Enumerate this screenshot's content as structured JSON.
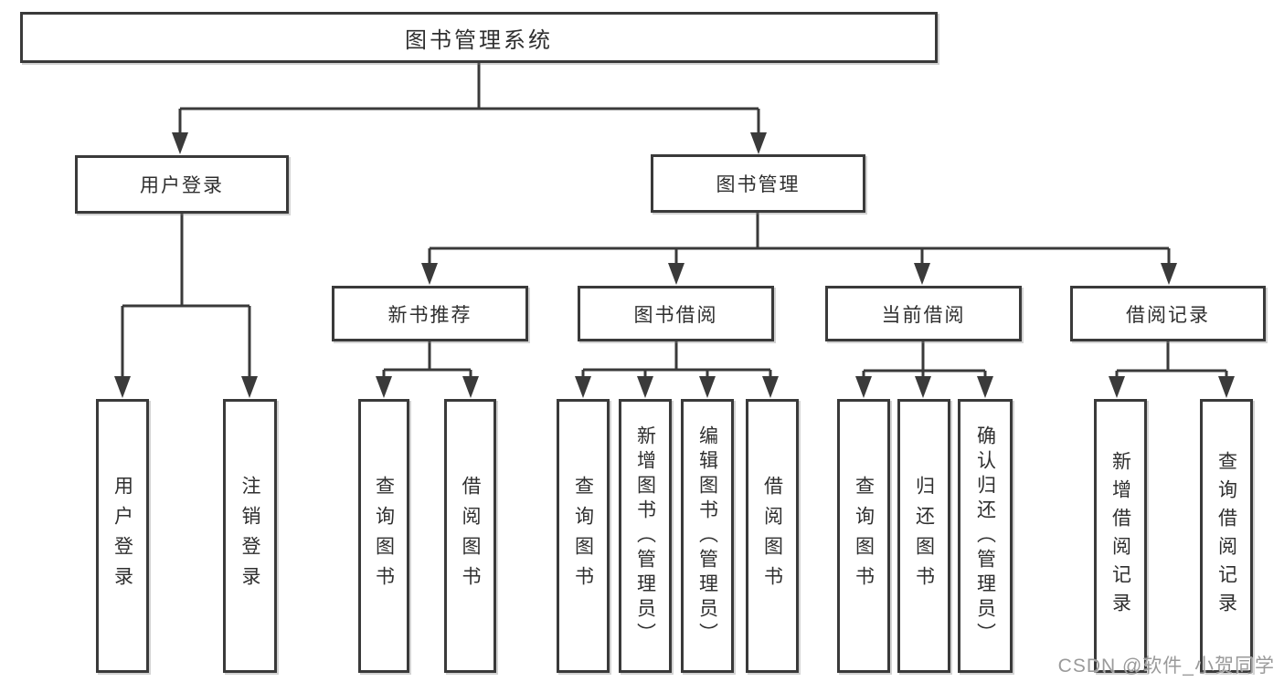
{
  "diagram_type": "hierarchy-tree",
  "tree": {
    "label": "图书管理系统",
    "children": [
      {
        "label": "用户登录",
        "children": [
          {
            "label": "用户登录"
          },
          {
            "label": "注销登录"
          }
        ]
      },
      {
        "label": "图书管理",
        "children": [
          {
            "label": "新书推荐",
            "children": [
              {
                "label": "查询图书"
              },
              {
                "label": "借阅图书"
              }
            ]
          },
          {
            "label": "图书借阅",
            "children": [
              {
                "label": "查询图书"
              },
              {
                "label": "新增图书（管理员）"
              },
              {
                "label": "编辑图书（管理员）"
              },
              {
                "label": "借阅图书"
              }
            ]
          },
          {
            "label": "当前借阅",
            "children": [
              {
                "label": "查询图书"
              },
              {
                "label": "归还图书"
              },
              {
                "label": "确认归还（管理员）"
              }
            ]
          },
          {
            "label": "借阅记录",
            "children": [
              {
                "label": "新增借阅记录"
              },
              {
                "label": "查询借阅记录"
              }
            ]
          }
        ]
      }
    ]
  },
  "watermark": {
    "text": "CSDN @软件_小贺同学"
  },
  "colors": {
    "line": "#3a3a3a",
    "text": "#2f2f2f",
    "background": "#ffffff",
    "watermark": "#9a9a9a"
  }
}
